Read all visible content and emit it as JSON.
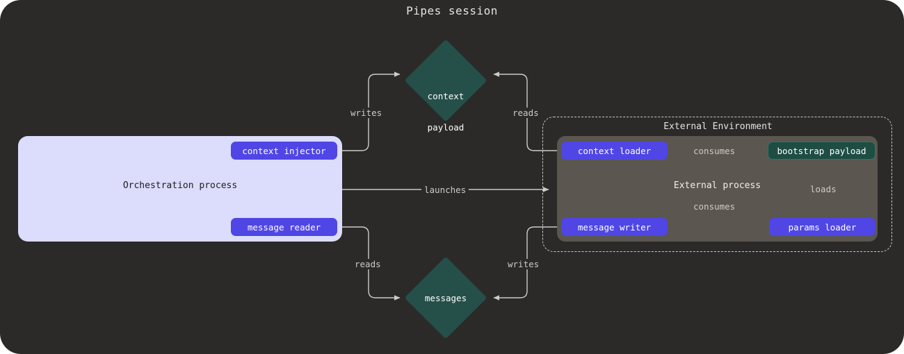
{
  "title": "Pipes session",
  "colors": {
    "canvas_bg": "#2b2a29",
    "orchestration_bg": "#dcdcfc",
    "external_process_bg": "#5b5650",
    "chip_purple": "#4f46e5",
    "chip_teal": "#1e4d43",
    "diamond_teal": "#255049",
    "edge_stroke": "#cfcac5"
  },
  "orchestration": {
    "label": "Orchestration process",
    "nodes": [
      {
        "id": "context-injector",
        "label": "context injector",
        "kind": "purple"
      },
      {
        "id": "message-reader",
        "label": "message reader",
        "kind": "purple"
      }
    ]
  },
  "external_environment": {
    "label": "External Environment",
    "process_label": "External process",
    "nodes": [
      {
        "id": "context-loader",
        "label": "context loader",
        "kind": "purple"
      },
      {
        "id": "bootstrap-payload",
        "label": "bootstrap payload",
        "kind": "teal"
      },
      {
        "id": "message-writer",
        "label": "message writer",
        "kind": "purple"
      },
      {
        "id": "params-loader",
        "label": "params loader",
        "kind": "purple"
      }
    ]
  },
  "stores": [
    {
      "id": "context-payload",
      "label": "context\npayload",
      "line1": "context",
      "line2": "payload"
    },
    {
      "id": "messages",
      "label": "messages",
      "line1": "messages",
      "line2": ""
    }
  ],
  "edges": [
    {
      "id": "injector-writes-context",
      "label": "writes",
      "from": "context-injector",
      "to": "context-payload"
    },
    {
      "id": "loader-reads-context",
      "label": "reads",
      "from": "context-payload",
      "to": "context-loader"
    },
    {
      "id": "orchestration-launches-external",
      "label": "launches",
      "from": "orchestration",
      "to": "external-process"
    },
    {
      "id": "reader-reads-messages",
      "label": "reads",
      "from": "message-reader",
      "to": "messages"
    },
    {
      "id": "writer-writes-messages",
      "label": "writes",
      "from": "message-writer",
      "to": "messages"
    },
    {
      "id": "context-loader-consumes-bootstrap",
      "label": "consumes",
      "from": "context-loader",
      "to": "bootstrap-payload"
    },
    {
      "id": "message-writer-consumes-bootstrap",
      "label": "consumes",
      "from": "message-writer",
      "to": "bootstrap-payload"
    },
    {
      "id": "params-loader-loads-bootstrap",
      "label": "loads",
      "from": "params-loader",
      "to": "bootstrap-payload"
    }
  ]
}
